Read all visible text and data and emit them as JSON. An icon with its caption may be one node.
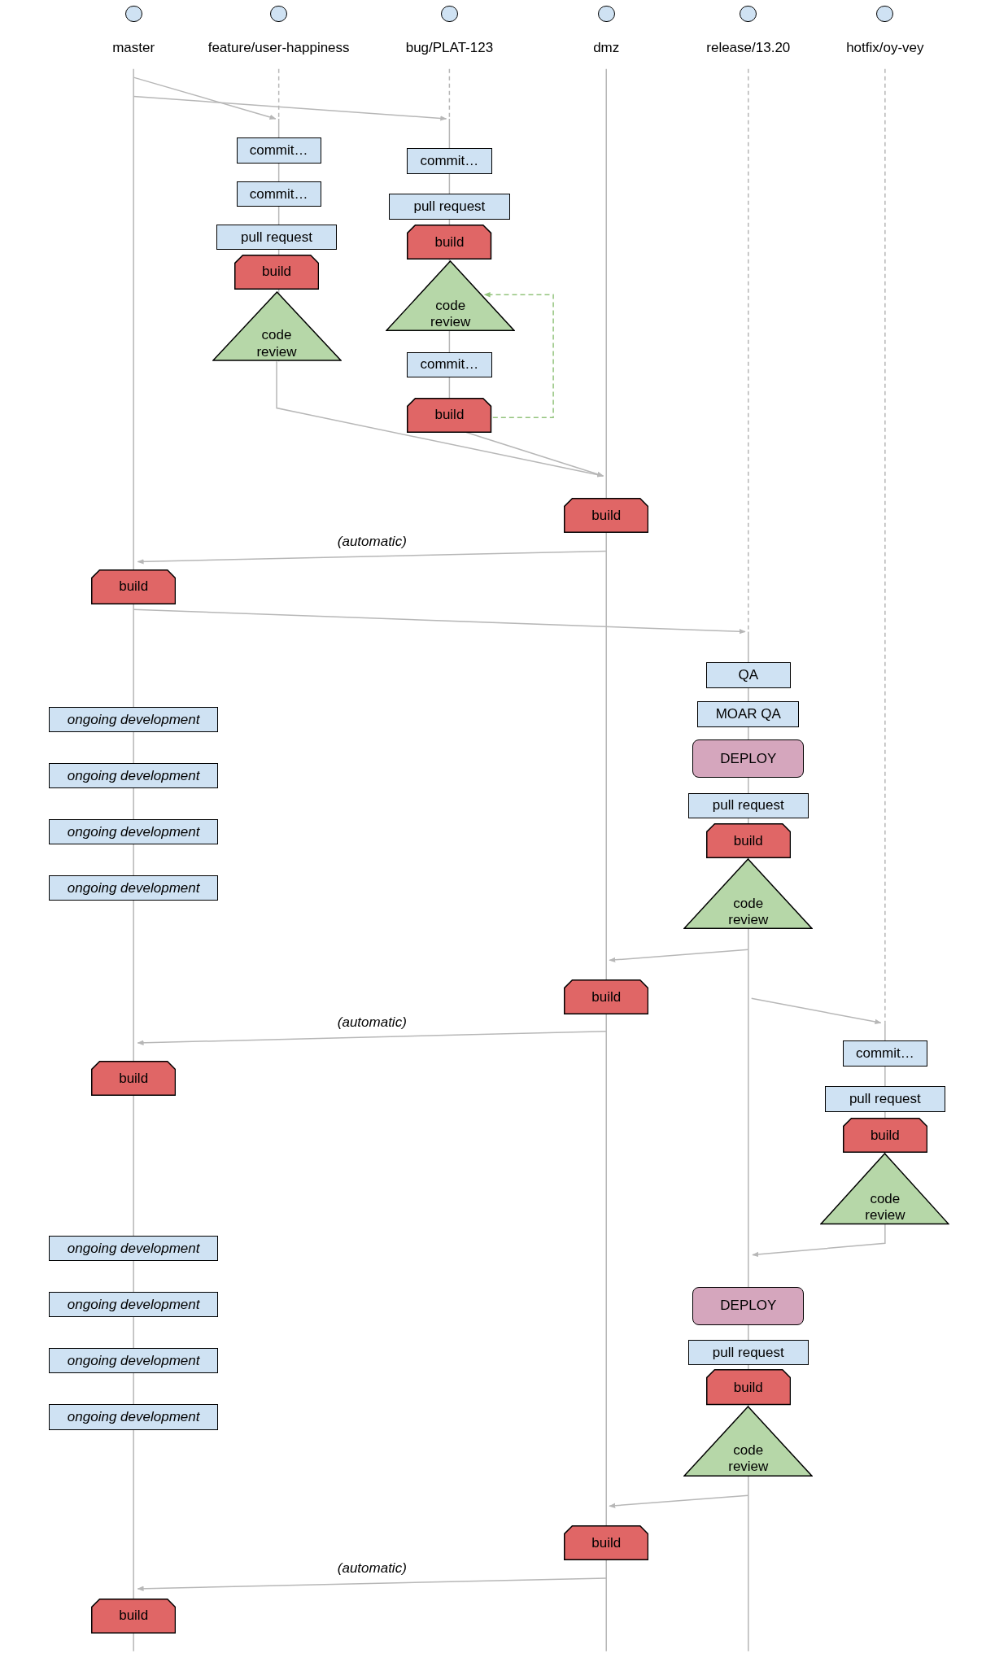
{
  "diagram": {
    "nodes": [
      {
        "text": [
          "master"
        ]
      },
      {
        "text": [
          "feature/user-happiness"
        ]
      },
      {
        "text": [
          "bug/PLAT-123"
        ]
      },
      {
        "text": [
          "dmz"
        ]
      },
      {
        "text": [
          "release/13.20"
        ]
      },
      {
        "text": [
          "hotfix/oy-vey"
        ]
      },
      {
        "text": [
          "commit…"
        ]
      },
      {
        "text": [
          "commit…"
        ]
      },
      {
        "text": [
          "pull request"
        ]
      },
      {
        "text": [
          "build"
        ]
      },
      {
        "text": [
          "code review"
        ]
      },
      {
        "text": [
          "commit…"
        ]
      },
      {
        "text": [
          "pull request"
        ]
      },
      {
        "text": [
          "build"
        ]
      },
      {
        "text": [
          "code review"
        ]
      },
      {
        "text": [
          "commit…"
        ]
      },
      {
        "text": [
          "build"
        ]
      },
      {
        "text": [
          "build"
        ]
      },
      {
        "text": [
          "build"
        ]
      },
      {
        "text": [
          "QA"
        ]
      },
      {
        "text": [
          "MOAR QA"
        ]
      },
      {
        "text": [
          "DEPLOY"
        ]
      },
      {
        "text": [
          "pull request"
        ]
      },
      {
        "text": [
          "build"
        ]
      },
      {
        "text": [
          "code review"
        ]
      },
      {
        "text": [
          "ongoing development"
        ]
      },
      {
        "text": [
          "ongoing development"
        ]
      },
      {
        "text": [
          "ongoing development"
        ]
      },
      {
        "text": [
          "ongoing development"
        ]
      },
      {
        "text": [
          "build"
        ]
      },
      {
        "text": [
          "build"
        ]
      },
      {
        "text": [
          "commit…"
        ]
      },
      {
        "text": [
          "pull request"
        ]
      },
      {
        "text": [
          "build"
        ]
      },
      {
        "text": [
          "code review"
        ]
      },
      {
        "text": [
          "ongoing development"
        ]
      },
      {
        "text": [
          "ongoing development"
        ]
      },
      {
        "text": [
          "ongoing development"
        ]
      },
      {
        "text": [
          "ongoing development"
        ]
      },
      {
        "text": [
          "DEPLOY"
        ]
      },
      {
        "text": [
          "pull request"
        ]
      },
      {
        "text": [
          "build"
        ]
      },
      {
        "text": [
          "code review"
        ]
      },
      {
        "text": [
          "build"
        ]
      },
      {
        "text": [
          "build"
        ]
      }
    ],
    "edges": [
      {
        "from": 0,
        "to": 6,
        "arrow": "to"
      },
      {
        "from": 0,
        "to": 11,
        "arrow": "to"
      },
      {
        "from": 10,
        "to": 17,
        "arrow": "to"
      },
      {
        "from": 16,
        "to": 17,
        "arrow": "to"
      },
      {
        "from": 16,
        "to": 14,
        "arrow": "to",
        "style": "dashed",
        "color": "#93c47d"
      },
      {
        "from": 17,
        "to": 18,
        "arrow": "to",
        "label": "(automatic)"
      },
      {
        "from": 18,
        "to": 19,
        "arrow": "to"
      },
      {
        "from": 24,
        "to": 29,
        "arrow": "to"
      },
      {
        "from": 24,
        "to": 31,
        "arrow": "to"
      },
      {
        "from": 29,
        "to": 30,
        "arrow": "to",
        "label": "(automatic)"
      },
      {
        "from": 34,
        "to": 39,
        "arrow": "to"
      },
      {
        "from": 42,
        "to": 43,
        "arrow": "to"
      },
      {
        "from": 43,
        "to": 44,
        "arrow": "to",
        "label": "(automatic)"
      }
    ]
  }
}
